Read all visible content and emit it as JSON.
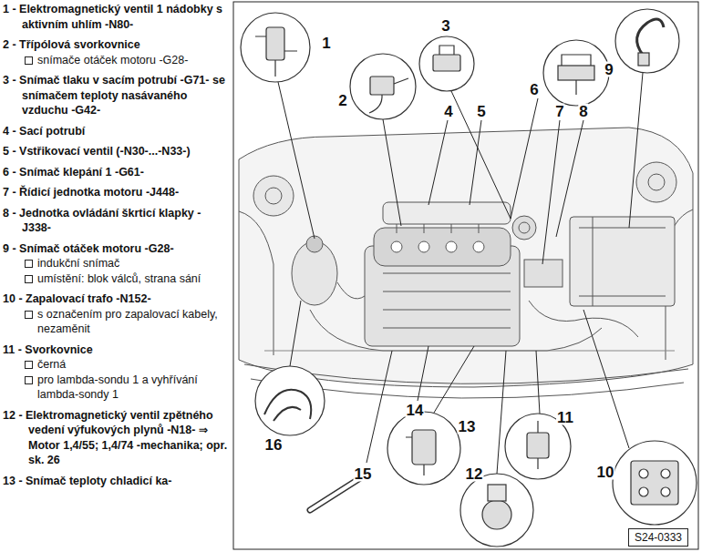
{
  "diagram": {
    "nodes": [
      {
        "text": [
          "S24-0333"
        ]
      }
    ],
    "labels": [
      "1 - Elektromagnetický ventil 1 nádobky s aktivním uhlím -N80-",
      "2 - Třípólová svorkovnice",
      "snímače otáček motoru -G28-",
      "3 - Snímač tlaku v sacím potrubí -G71- se snímačem teploty nasávaného vzduchu -G42-",
      "4 - Sací potrubí",
      "5 - Vstřikovací ventil (-N30-...-N33-)",
      "6 - Snímač klepání 1 -G61-",
      "7 - Řídicí jednotka motoru -J448-",
      "8 - Jednotka ovládání škrticí klapky -J338-",
      "9 - Snímač otáček motoru -G28-",
      "indukční snímač",
      "umístění: blok válců, strana sání",
      "10 - Zapalovací trafo -N152-",
      "s označením pro zapalovací kabely, nezaměnit",
      "11 - Svorkovnice",
      "černá",
      "pro lambda-sondu 1 a vyhřívání lambda-sondy 1",
      "12 - Elektromagnetický ventil zpětného vedení výfukových plynů -N18- ⇒ Motor 1,4/55; 1,4/74 -mechanika; opr. sk. 26",
      "13 - Snímač teploty chladicí ka-",
      "1",
      "2",
      "3",
      "4",
      "5",
      "6",
      "7",
      "8",
      "9",
      "10",
      "11",
      "12",
      "13",
      "14",
      "15",
      "16"
    ]
  }
}
